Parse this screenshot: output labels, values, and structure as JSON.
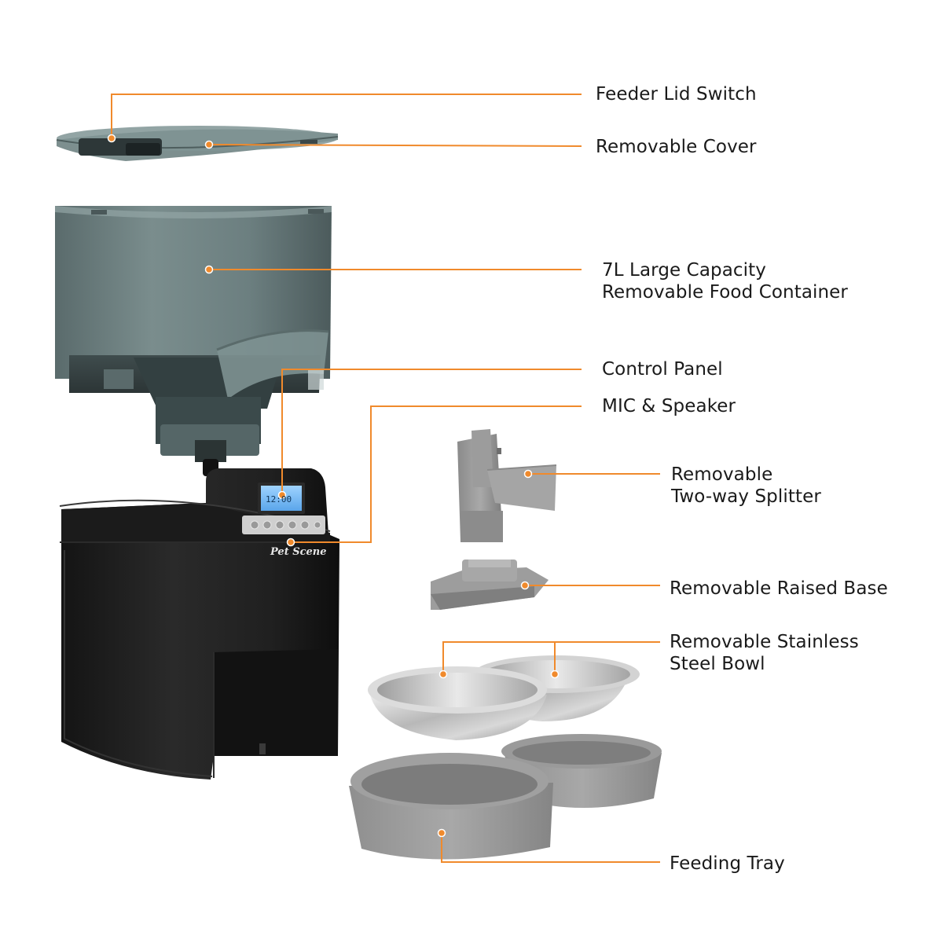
{
  "accent_color": "#f08a2c",
  "brand": {
    "logo_text": "Pet Scene"
  },
  "lcd": {
    "readout": "12:00"
  },
  "callouts": {
    "feeder_lid_switch": {
      "lines": [
        "Feeder Lid Switch"
      ]
    },
    "removable_cover": {
      "lines": [
        "Removable Cover"
      ]
    },
    "food_container": {
      "lines": [
        "7L Large Capacity",
        "Removable Food Container"
      ]
    },
    "control_panel": {
      "lines": [
        "Control Panel"
      ]
    },
    "mic_speaker": {
      "lines": [
        "MIC & Speaker"
      ]
    },
    "two_way_splitter": {
      "lines": [
        "Removable",
        "Two-way Splitter"
      ]
    },
    "raised_base": {
      "lines": [
        "Removable Raised Base"
      ]
    },
    "steel_bowl": {
      "lines": [
        "Removable Stainless",
        "Steel Bowl"
      ]
    },
    "feeding_tray": {
      "lines": [
        "Feeding Tray"
      ]
    }
  }
}
